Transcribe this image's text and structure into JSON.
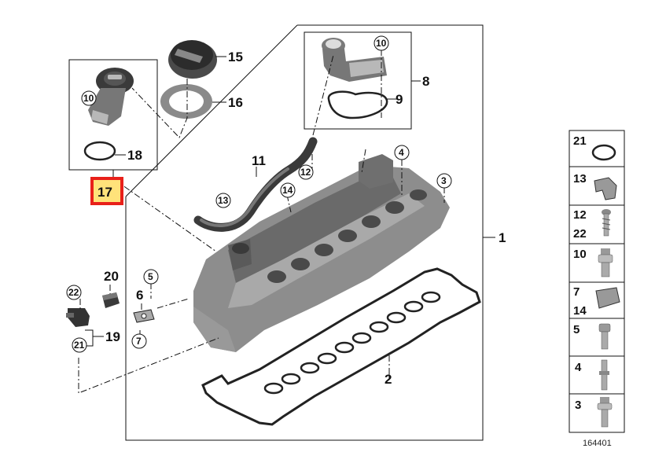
{
  "diagram": {
    "highlight_color": "#e8201a",
    "highlight_fill": "#ffe27a",
    "catalog_number": "164401",
    "callouts_boxed": [
      "15",
      "16",
      "8",
      "9",
      "1",
      "11",
      "2",
      "18",
      "19",
      "20",
      "6"
    ],
    "highlighted_callout": "17",
    "circled_callouts": {
      "c10a": "10",
      "c10b": "10",
      "c12": "12",
      "c13": "13",
      "c14": "14",
      "c4": "4",
      "c3": "3",
      "c5": "5",
      "c7": "7",
      "c22": "22",
      "c21": "21"
    },
    "side_panel": [
      {
        "labels": [
          "21"
        ],
        "icon": "o-ring-icon"
      },
      {
        "labels": [
          "13"
        ],
        "icon": "clip-bracket-icon"
      },
      {
        "labels": [
          "12",
          "22"
        ],
        "icon": "screw-icon"
      },
      {
        "labels": [
          "10"
        ],
        "icon": "bolt-collar-icon"
      },
      {
        "labels": [
          "7",
          "14"
        ],
        "icon": "spring-nut-icon"
      },
      {
        "labels": [
          "5"
        ],
        "icon": "hex-bolt-icon"
      },
      {
        "labels": [
          "4"
        ],
        "icon": "stud-bolt-icon"
      },
      {
        "labels": [
          "3"
        ],
        "icon": "shouldered-bolt-icon"
      }
    ]
  }
}
